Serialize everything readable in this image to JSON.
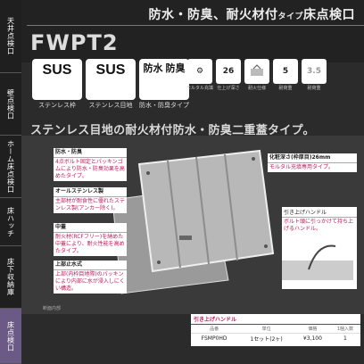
{
  "nav": [
    {
      "label": "天井点検口"
    },
    {
      "label": "壁点検口"
    },
    {
      "label": "ホーム床点検口"
    },
    {
      "label": "床ハッチ"
    },
    {
      "label": "床下収納庫"
    },
    {
      "label": "床点検口"
    }
  ],
  "header": {
    "title_main": "防水・防臭、耐火材付",
    "title_small": "タイプ",
    "title_end": "床点検口",
    "model": "FWPT2"
  },
  "badges": [
    {
      "value": "SUS",
      "label": "ステンレス枠"
    },
    {
      "value": "SUS",
      "label": "ステンレス目地"
    },
    {
      "value": "防水 防臭",
      "label": "防水・防臭タイプ"
    }
  ],
  "features": [
    {
      "value": "⚙",
      "label": "モルタル充填"
    },
    {
      "value": "26",
      "label": "仕上げ深さ"
    },
    {
      "value": "",
      "label": "耐火仕様"
    },
    {
      "value": "5",
      "label": "耐荷重"
    },
    {
      "value": "3.5",
      "label": "耐荷重"
    }
  ],
  "tagline": "ステンレス目地の耐火材付防水・防臭二重蓋タイプ。",
  "callouts": {
    "bousui": {
      "title": "防水・防臭",
      "body": "4点ボルト固定とパッキンゴムにより防水・防臭効果を高めたタイプ。"
    },
    "allstainless": {
      "title": "オールステンレス製",
      "body": "主部材が耐食性に優れたステンレス製(アンカー除く)。"
    },
    "nakabuta": {
      "title": "中蓋",
      "body": "耐火材(RCFフリー)を納めた中蓋により、耐火性能を高めたタイプ。"
    },
    "uebuta": {
      "title": "上部止水式",
      "body": "上部(内枠目地際)のパッキンにより内部に水が浸入しにくい構造。"
    },
    "hosoku": {
      "title": "化粧深さ(枠厚目)26mm",
      "body": "モルタル充填専用タイプ。"
    }
  },
  "handle": {
    "title": "引き上げハンドル",
    "body": "ボルト頭に引っかけて持ち上げるハンドル。"
  },
  "bottom_caption": "断面内部",
  "spec": {
    "title": "引き上げハンドル",
    "headers": [
      "品番",
      "単位",
      "価格",
      "1梱入数"
    ],
    "row": [
      "FSMP0HD",
      "1セット(2ヶ)",
      "¥3,100",
      "1"
    ]
  }
}
